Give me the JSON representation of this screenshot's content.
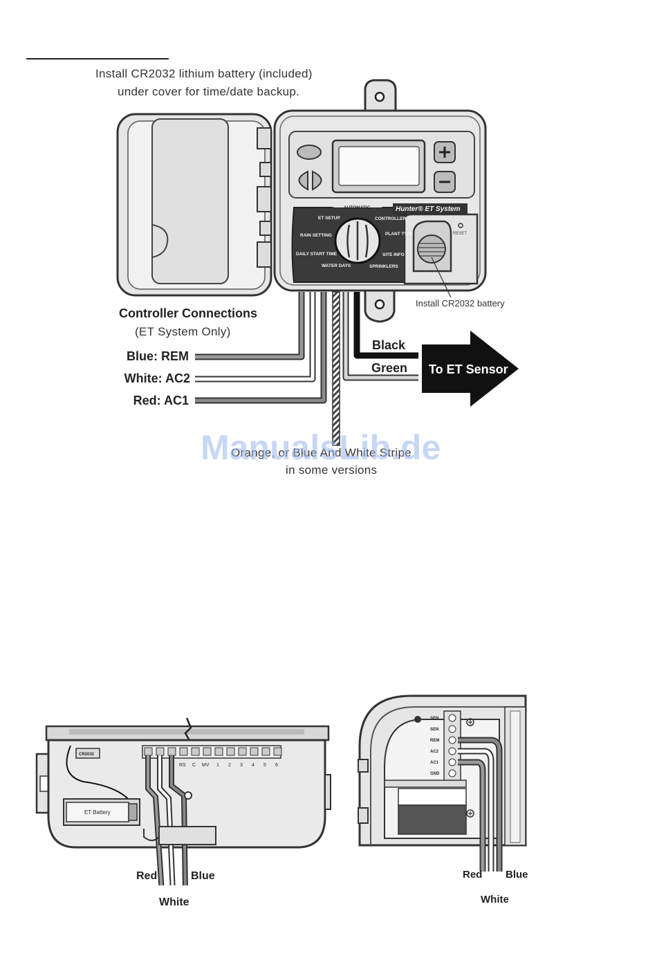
{
  "top": {
    "battery_note_line1": "Install CR2032 lithium battery (included)",
    "battery_note_line2": "under cover for time/date backup.",
    "controller_connections": "Controller Connections",
    "et_only": "(ET System Only)",
    "wire_blue": "Blue: REM",
    "wire_white": "White: AC2",
    "wire_red": "Red: AC1",
    "black": "Black",
    "green": "Green",
    "to_et_sensor": "To ET Sensor",
    "install_battery": "Install CR2032 battery",
    "stripe_line1": "Orange, or Blue And White Stripe",
    "stripe_line2": "in some versions",
    "brand": "Hunter® ET System",
    "reset": "RESET",
    "dial": {
      "automatic": "AUTOMATIC",
      "et_setup": "ET SETUP",
      "controller": "CONTROLLER",
      "rain_setting": "RAIN SETTING",
      "plant_type": "PLANT TYPE",
      "daily_start": "DAILY START TIME",
      "site_info": "SITE INFO",
      "water_days": "WATER DAYS",
      "sprinklers": "SPRINKLERS"
    }
  },
  "watermark": "ManualsLib.de",
  "bottom_left": {
    "cr2032": "CR2032",
    "et_battery": "ET Battery",
    "terminals": [
      "RS",
      "C",
      "MV",
      "1",
      "2",
      "3",
      "4",
      "5",
      "6"
    ],
    "red": "Red",
    "white": "White",
    "blue": "Blue"
  },
  "bottom_right": {
    "terminals": [
      "SEN",
      "SEN",
      "REM",
      "AC2",
      "AC1",
      "GND"
    ],
    "red": "Red",
    "white": "White",
    "blue": "Blue"
  }
}
